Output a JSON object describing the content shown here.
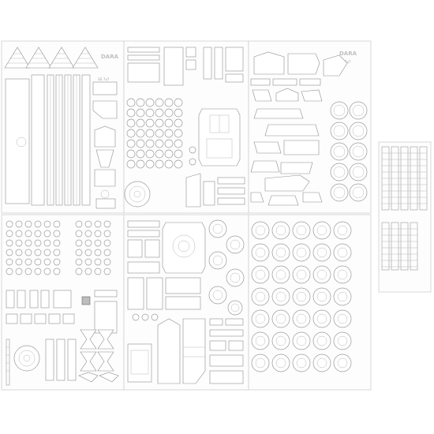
{
  "sheet_logos": {
    "sheet1": "DARA",
    "sheet2": "DARA"
  },
  "sheet_codes": {
    "sheet1": "GE 7x7",
    "sheet2": "GE 7x7"
  },
  "colors": {
    "background": "#ffffff",
    "sheet": "#fdfdfd",
    "line": "#9a9a9a",
    "highlight": "#bdbdbd"
  }
}
